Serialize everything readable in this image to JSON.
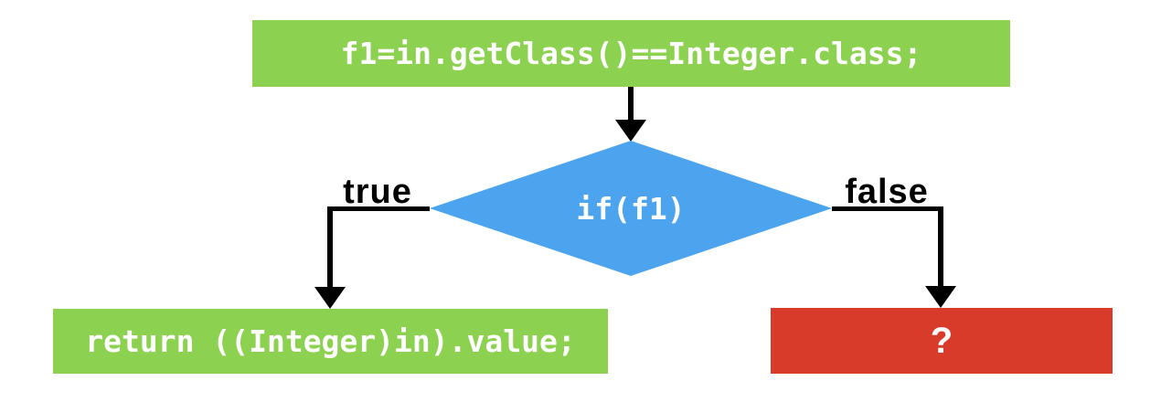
{
  "flowchart": {
    "top_box": {
      "text": "f1=in.getClass()==Integer.class;",
      "bg_color": "#8CD14F",
      "text_color": "#ffffff"
    },
    "decision": {
      "text": "if(f1)",
      "bg_color": "#4CA3EE",
      "text_color": "#ffffff"
    },
    "true_branch": {
      "label": "true"
    },
    "false_branch": {
      "label": "false"
    },
    "true_box": {
      "text": "return ((Integer)in).value;",
      "bg_color": "#8CD14F",
      "text_color": "#ffffff"
    },
    "false_box": {
      "text": "?",
      "bg_color": "#D93B2B",
      "text_color": "#ffffff"
    },
    "connector_color": "#000000"
  }
}
